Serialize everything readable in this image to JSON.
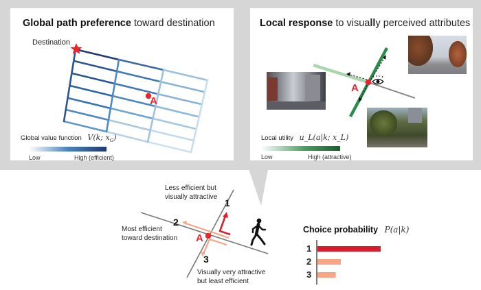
{
  "left_panel": {
    "title_bold": "Global path preference",
    "title_rest": " toward destination",
    "destination_label": "Destination",
    "point_label": "A",
    "legend": {
      "label": "Global value function",
      "math": "V(k; x_G)",
      "math_display": "V(k; x",
      "math_sub": "G",
      "low": "Low",
      "high": "High (efficient)",
      "color_low": "#ffffff",
      "color_high": "#1f3a6e"
    },
    "icons": {
      "destination": "star-icon",
      "point": "location-dot-icon"
    }
  },
  "right_panel": {
    "title_bold": "Local response",
    "title_rest_1": " to visua",
    "title_rest_bold": "ll",
    "title_rest_2": "y perceived attributes",
    "point_label": "A",
    "legend": {
      "label": "Local utility",
      "math": "u_L(a|k; x_L)",
      "low": "Low",
      "high": "High (attractive)",
      "color_low": "#ffffff",
      "color_high": "#1a5e32"
    },
    "photos": [
      {
        "name": "street-view-left",
        "description": "urban street with buildings"
      },
      {
        "name": "street-view-upper-right",
        "description": "tree-lined avenue with autumn trees"
      },
      {
        "name": "street-view-lower-right",
        "description": "park with green trees"
      }
    ],
    "icons": {
      "viewer": "eye-icon",
      "point": "location-dot-icon"
    }
  },
  "bottom": {
    "point_label": "A",
    "options": [
      {
        "number": "1",
        "line1": "Less efficient but",
        "line2": "visually attractive"
      },
      {
        "number": "2",
        "line1": "Most efficient",
        "line2": "toward destination"
      },
      {
        "number": "3",
        "line1": "Visually very attractive",
        "line2": "but least efficient"
      }
    ],
    "icons": {
      "pedestrian": "walking-person-icon"
    }
  },
  "chart_data": {
    "type": "bar",
    "orientation": "horizontal",
    "title": "Choice probability",
    "math": "P(a|k)",
    "categories": [
      "1",
      "2",
      "3"
    ],
    "values": [
      1.0,
      0.37,
      0.29
    ],
    "colors": [
      "#d81e2c",
      "#f8a585",
      "#f8a585"
    ],
    "xlabel": "",
    "ylabel": "",
    "grid": false
  }
}
